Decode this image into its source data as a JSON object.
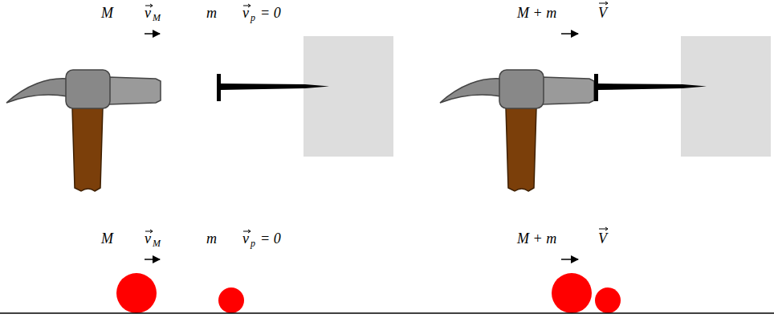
{
  "diagram": {
    "labels": [
      "M",
      "v",
      "M",
      "m",
      "v",
      "p",
      "= 0",
      "M + m",
      "V",
      "M",
      "v",
      "M",
      "m",
      "v",
      "p",
      "= 0",
      "M + m",
      "V"
    ]
  }
}
